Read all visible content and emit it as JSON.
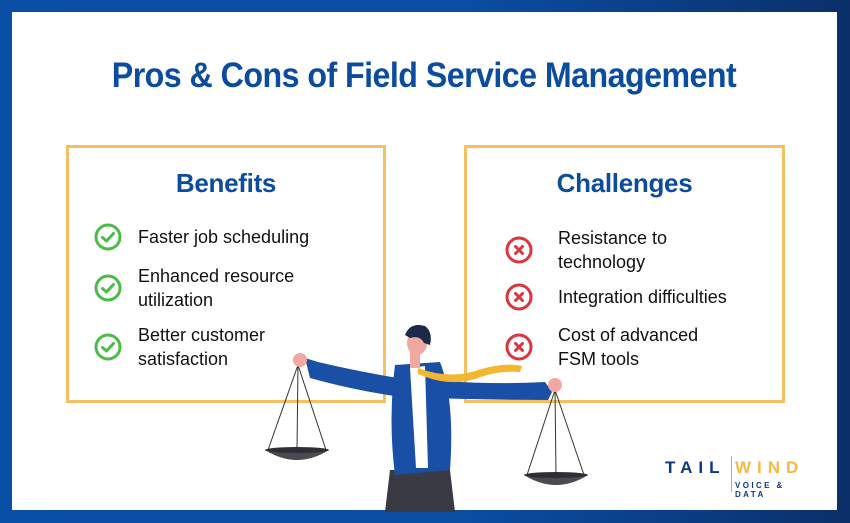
{
  "title": "Pros & Cons of Field Service Management",
  "benefits": {
    "heading": "Benefits",
    "icon": "check-circle-icon",
    "icon_color": "#4cbb47",
    "items": [
      {
        "line1": "Faster job scheduling",
        "line2": ""
      },
      {
        "line1": "Enhanced resource",
        "line2": "utilization"
      },
      {
        "line1": "Better customer",
        "line2": "satisfaction"
      }
    ]
  },
  "challenges": {
    "heading": "Challenges",
    "icon": "x-circle-icon",
    "icon_color": "#d9363e",
    "items": [
      {
        "line1": "Resistance to",
        "line2": "technology"
      },
      {
        "line1": "Integration difficulties",
        "line2": ""
      },
      {
        "line1": "Cost of advanced",
        "line2": "FSM tools"
      }
    ]
  },
  "illustration": "businessman-holding-balance-scales",
  "logo": {
    "part1": "TAIL",
    "part2": "WIND",
    "tagline": "VOICE & DATA"
  },
  "colors": {
    "brand_blue": "#0b4c9e",
    "frame_blue": "#0a4fa6",
    "box_border": "#f5c062",
    "accent_yellow": "#f5b945"
  }
}
